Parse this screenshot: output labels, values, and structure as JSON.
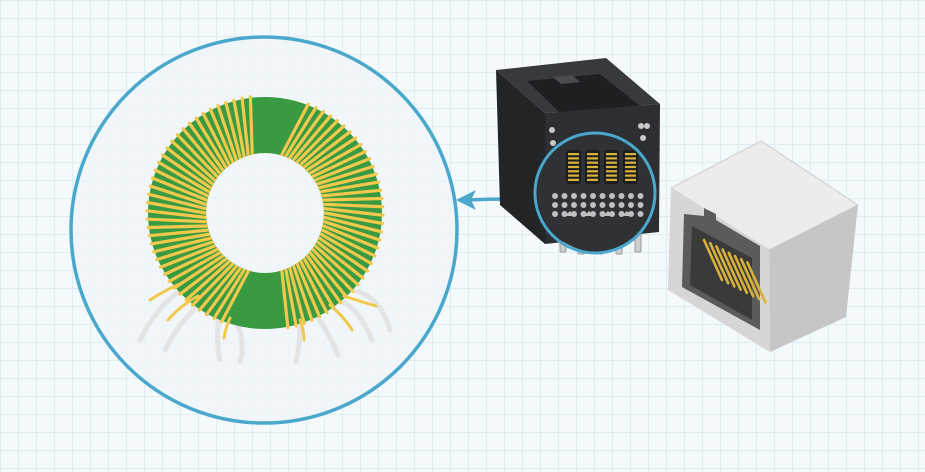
{
  "illustration": {
    "components": [
      "toroidal-transformer",
      "magnetics-rj45-jack",
      "standard-rj45-jack"
    ],
    "callout": {
      "style": "magnifier-circle",
      "arrow_direction": "left",
      "target": "transformer-inside-magnetic-jack"
    },
    "toroid": {
      "winding_count": 44,
      "lead_count": 10
    },
    "magnetic_jack": {
      "internal_coil_blocks": 4,
      "through_hole_pins": 5
    },
    "standard_jack": {
      "contact_count": 8
    },
    "colors": {
      "background": "#f4f9fb",
      "grid": "#dfecf2",
      "callout": "#4aa8cc",
      "core": "#3a9a42",
      "copper_wire": "#f2c94c",
      "lead_wire": "#e6e6e6",
      "jack_body_dark": "#3b3d40",
      "jack_body_light": "#d4d4d4",
      "contact_gold": "#d8b23a"
    }
  }
}
